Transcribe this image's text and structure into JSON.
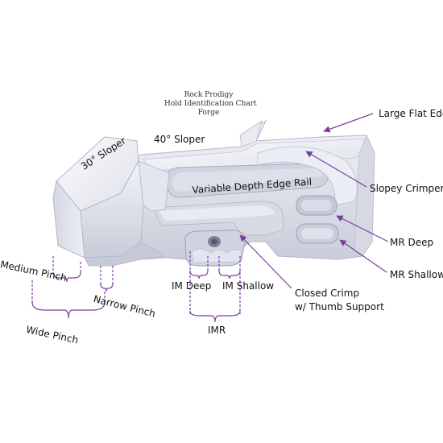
{
  "header": {
    "line1": "Rock Prodigy",
    "line2": "Hold Identification Chart",
    "line3": "Forge"
  },
  "labels": {
    "large_flat_edge": "Large Flat Edge",
    "sloper_30": "30° Sloper",
    "sloper_40": "40° Sloper",
    "variable_depth_edge_rail": "Variable Depth Edge Rail",
    "slopey_crimper": "Slopey Crimper",
    "mr_deep": "MR Deep",
    "mr_shallow": "MR Shallow",
    "medium_pinch": "Medium Pinch",
    "narrow_pinch": "Narrow Pinch",
    "wide_pinch": "Wide Pinch",
    "im_deep": "IM Deep",
    "im_shallow": "IM Shallow",
    "closed_crimp_line1": "Closed Crimp",
    "closed_crimp_line2": "w/ Thumb Support",
    "imr": "IMR"
  },
  "colors": {
    "annotation": "#7a3f9e",
    "hold_body": "#e6e7f0",
    "hold_shadow": "#b9bccb",
    "hold_highlight": "#f7f8fc"
  }
}
